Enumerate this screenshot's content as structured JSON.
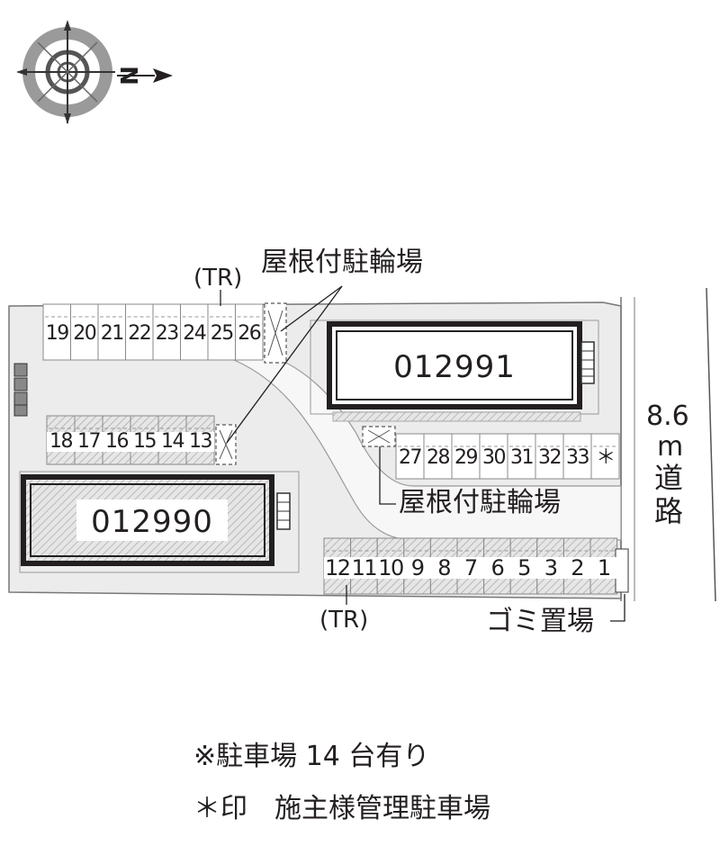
{
  "compass": {
    "north_letter": "N",
    "icon": "compass-rose-icon"
  },
  "buildings": [
    {
      "id": "012991"
    },
    {
      "id": "012990"
    }
  ],
  "labels": {
    "roof_bike_top": "屋根付駐輪場",
    "roof_bike_mid": "屋根付駐輪場",
    "tr_top": "(TR)",
    "tr_bottom": "(TR)",
    "garbage": "ゴミ置場",
    "road_width": "8.6",
    "road_unit": "m",
    "road_chars": [
      "道",
      "路"
    ]
  },
  "parking": {
    "top_row": [
      "19",
      "20",
      "21",
      "22",
      "23",
      "24",
      "25",
      "26"
    ],
    "middle_row": [
      "18",
      "17",
      "16",
      "15",
      "14",
      "13"
    ],
    "right_row": [
      "27",
      "28",
      "29",
      "30",
      "31",
      "32",
      "33",
      "＊"
    ],
    "bottom_row": [
      "12",
      "11",
      "10",
      "9",
      "8",
      "7",
      "6",
      "5",
      "3",
      "2",
      "1"
    ]
  },
  "notes": [
    "※駐車場 14 台有り",
    "＊印　施主様管理駐車場"
  ],
  "colors": {
    "ink": "#231f20",
    "lot": "#ececec",
    "building_fill": "#ffffff",
    "hatch": "#c8c8c8"
  }
}
